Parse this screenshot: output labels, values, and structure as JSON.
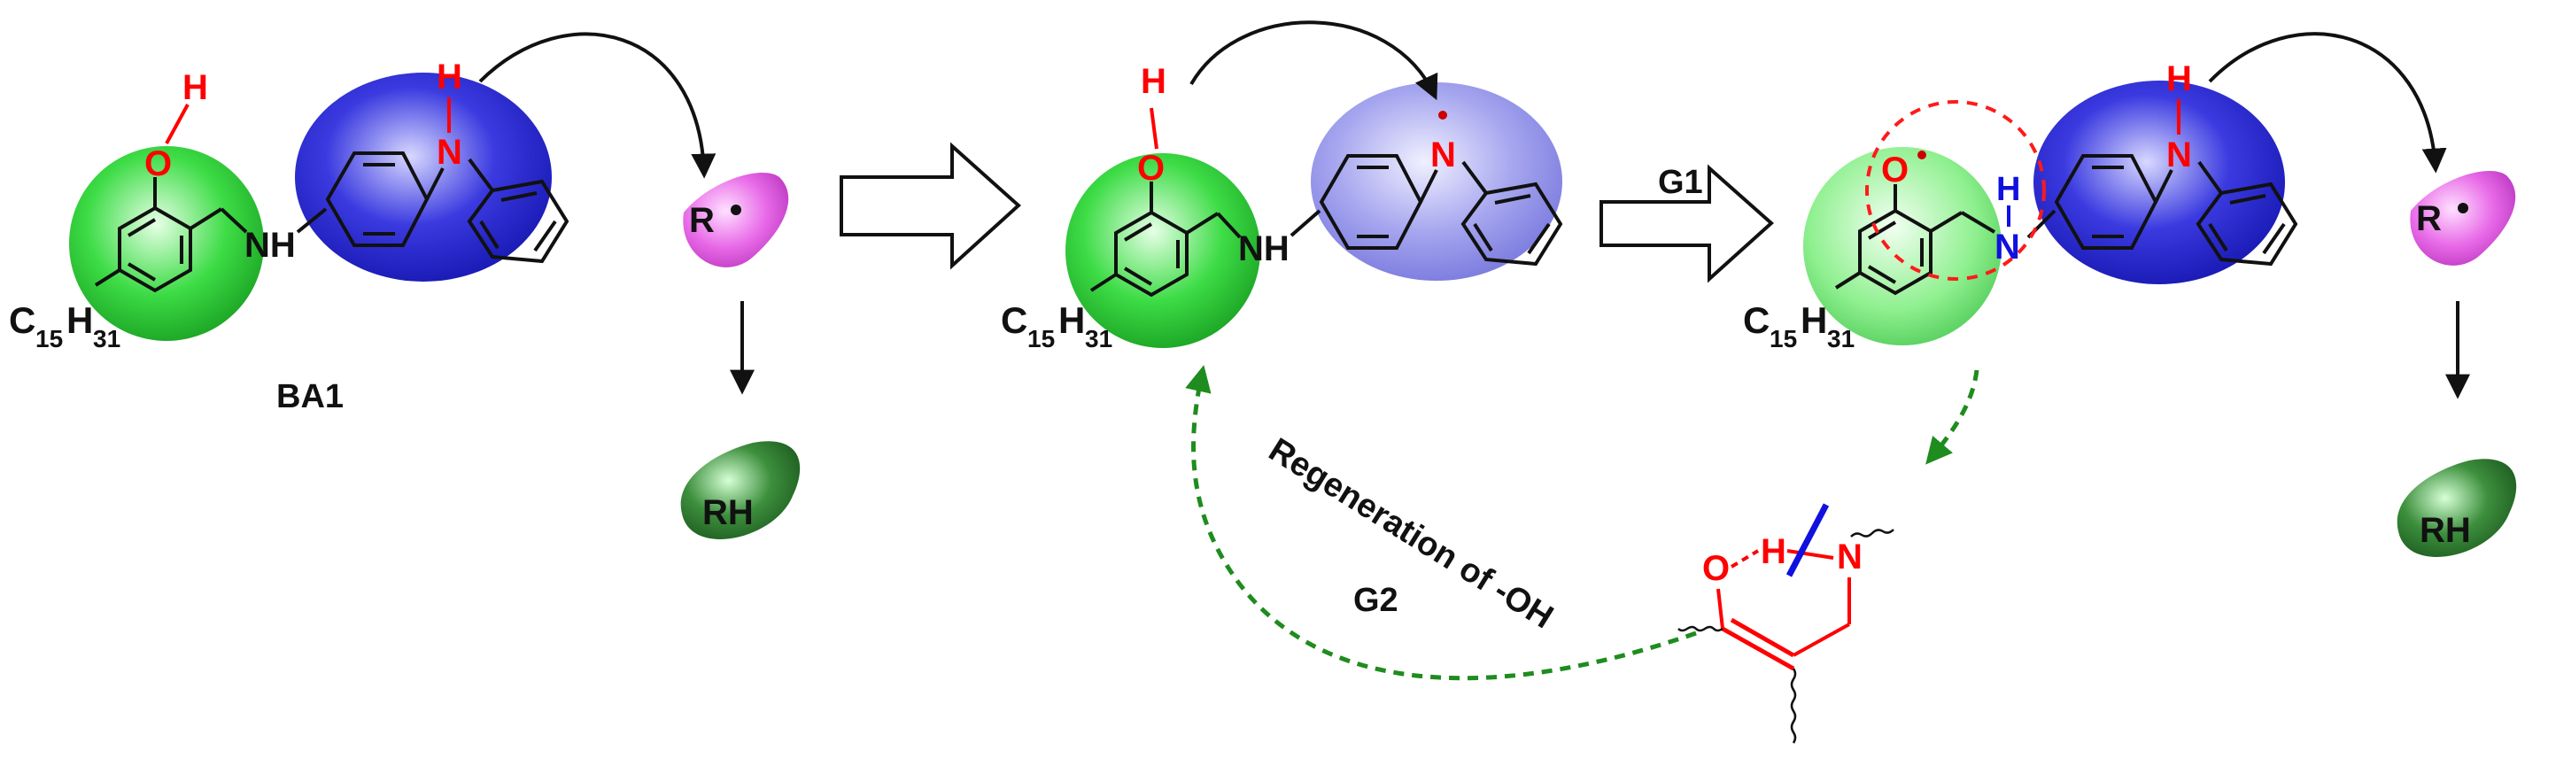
{
  "colors": {
    "green_blob": "#2fd13a",
    "blue_blob": "#2b2bd6",
    "blue_blob_light": "#8f8fe6",
    "pink_blob": "#e060e6",
    "dark_green_blob": "#2e7d32",
    "bond": "#111111",
    "oxygen": "#ff0000",
    "nitrogen_blue": "#1010e0",
    "radical_dot": "#cc0000",
    "dashed_red": "#ff1a1a",
    "dashed_green": "#1e8c1e",
    "strike_blue": "#1010e0"
  },
  "labels": {
    "compound_name": "BA1",
    "alkyl_prefix": "C",
    "alkyl_c_sub": "15",
    "alkyl_h": "H",
    "alkyl_h_sub": "31",
    "atom_O": "O",
    "atom_H": "H",
    "atom_N": "N",
    "nh_label": "NH",
    "radical_R": "R",
    "product_RH": "RH",
    "step_g1": "G1",
    "step_g2": "G2",
    "regeneration_text": "Regeneration of -OH"
  }
}
